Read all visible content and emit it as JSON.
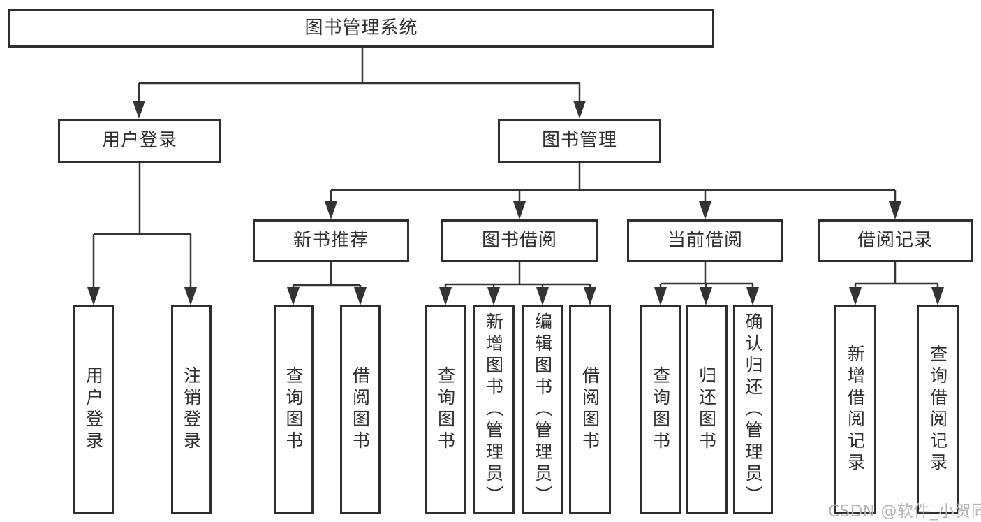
{
  "title": "图书管理系统",
  "level2": {
    "user_login": "用户登录",
    "book_management": "图书管理"
  },
  "level3": {
    "new_book_recommend": "新书推荐",
    "book_borrow": "图书借阅",
    "current_borrow": "当前借阅",
    "borrow_records": "借阅记录"
  },
  "leaves": {
    "user_login": [
      "用户登录",
      "注销登录"
    ],
    "new_book_recommend": [
      "查询图书",
      "借阅图书"
    ],
    "book_borrow": [
      "查询图书",
      "新增图书（管理员）",
      "编辑图书（管理员）",
      "借阅图书"
    ],
    "current_borrow": [
      "查询图书",
      "归还图书",
      "确认归还（管理员）"
    ],
    "borrow_records": [
      "新增借阅记录",
      "查询借阅记录"
    ]
  },
  "watermark": "CSDN @软件_小贺同学",
  "colors": {
    "line": "#333333",
    "border": "#2e2e2e",
    "text": "#2f2f2f",
    "watermark": "#b5b5b5",
    "background": "#ffffff"
  }
}
